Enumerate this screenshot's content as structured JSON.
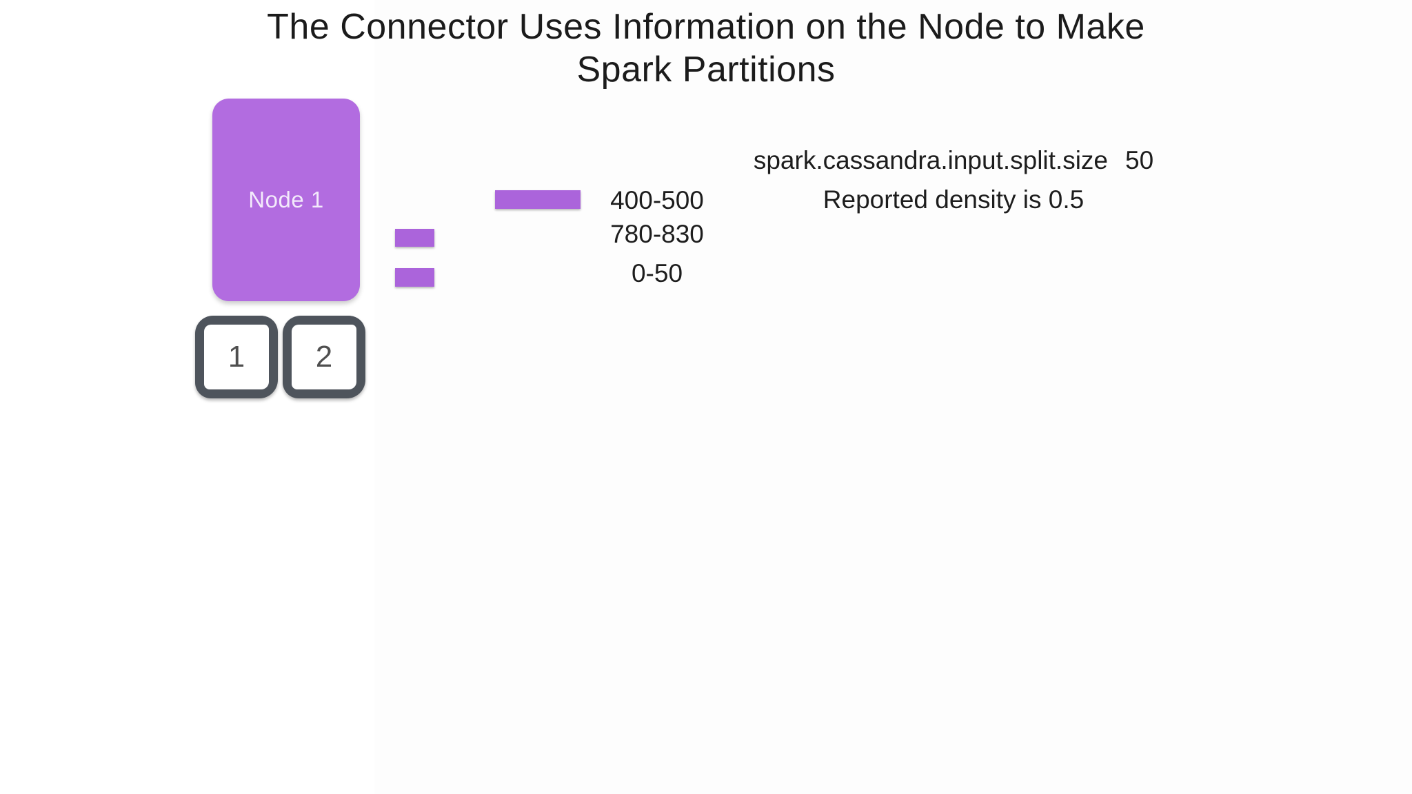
{
  "slide": {
    "title_line1": "The Connector Uses Information on the Node to Make",
    "title_line2": "Spark Partitions"
  },
  "node": {
    "label": "Node 1"
  },
  "token_squares": [
    {
      "number": "1"
    },
    {
      "number": "2"
    }
  ],
  "partitions": [
    {
      "range": "400-500"
    },
    {
      "range": "780-830"
    },
    {
      "range": "0-50"
    }
  ],
  "settings": {
    "property": "spark.cassandra.input.split.size",
    "value": "50",
    "density_note": "Reported density is 0.5"
  },
  "colors": {
    "node_purple": "#B26CE0",
    "bar_purple": "#AB64DB",
    "frame_gray": "#4E545C",
    "text_dark": "#1b1b1b"
  }
}
